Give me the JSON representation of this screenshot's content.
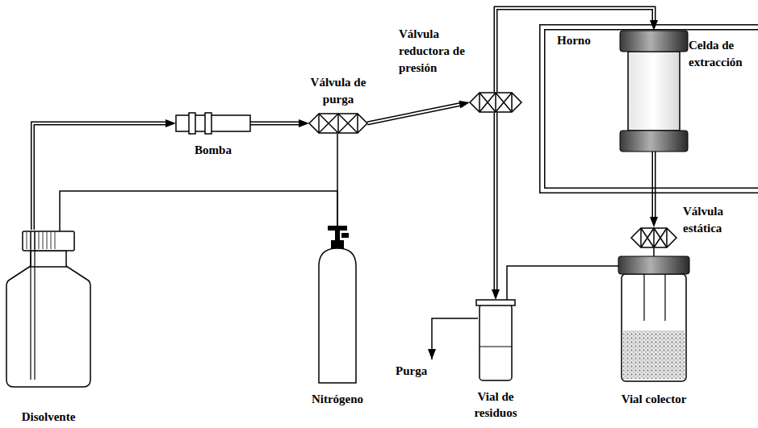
{
  "diagram": {
    "nodes": [
      {
        "text": [
          "Disolvente"
        ]
      },
      {
        "text": [
          "Bomba"
        ]
      },
      {
        "text": [
          "Válvula de purga"
        ]
      },
      {
        "text": [
          "Nitrógeno"
        ]
      },
      {
        "text": [
          "Válvula reductora de presión"
        ]
      },
      {
        "text": [
          "Horno"
        ]
      },
      {
        "text": [
          "Celda de extracción"
        ],
        "in": 5
      },
      {
        "text": [
          "Válvula estática"
        ]
      },
      {
        "text": [
          "Vial de residuos"
        ]
      },
      {
        "text": [
          "Vial colector"
        ]
      }
    ],
    "edges": [
      {
        "from": 0,
        "to": 1,
        "arrow": "to"
      },
      {
        "from": 1,
        "to": 2,
        "arrow": "to"
      },
      {
        "from": 2,
        "to": 4,
        "arrow": "to"
      },
      {
        "from": 4,
        "to": 6,
        "arrow": "to"
      },
      {
        "from": 6,
        "to": 7,
        "arrow": "to"
      },
      {
        "from": 7,
        "to": 9,
        "arrow": "none"
      },
      {
        "from": 3,
        "to": 2,
        "arrow": "none"
      },
      {
        "from": 3,
        "to": 0,
        "arrow": "none"
      },
      {
        "from": 4,
        "to": 8,
        "arrow": "to"
      },
      {
        "from": 9,
        "to": 8,
        "arrow": "none"
      }
    ],
    "labels": [
      "Purga"
    ]
  }
}
